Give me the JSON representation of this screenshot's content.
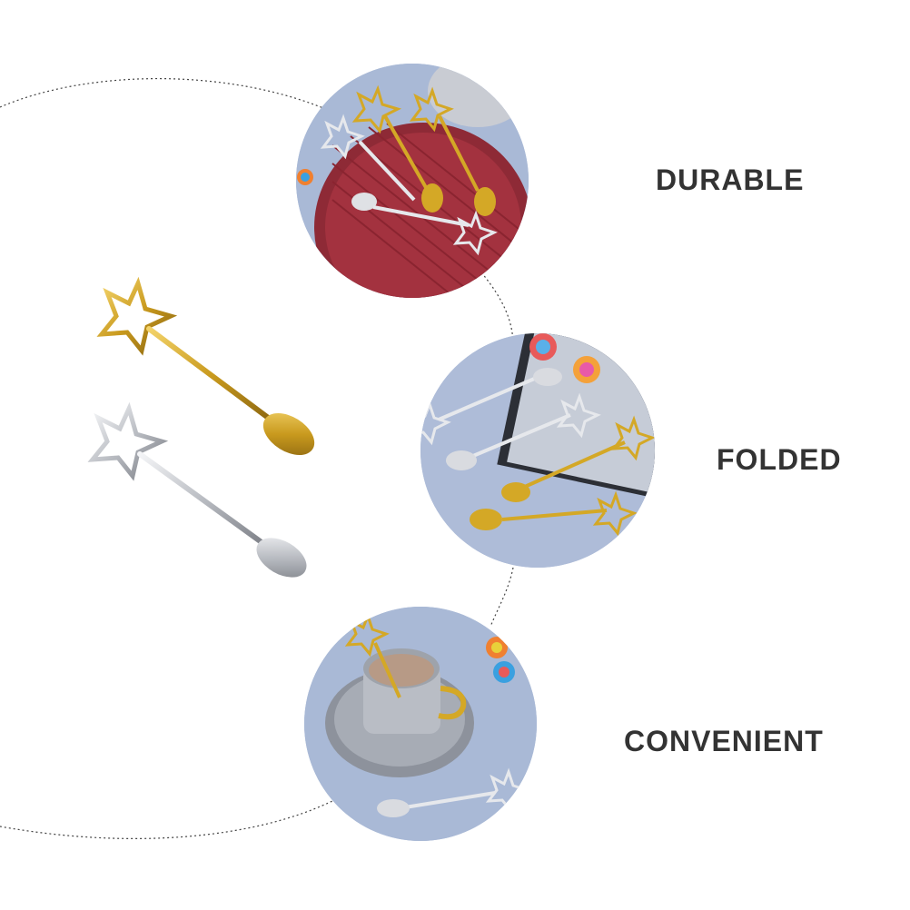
{
  "features": [
    {
      "label": "DURABLE",
      "scene": "gold and silver star spoons on red ribbed plate"
    },
    {
      "label": "FOLDED",
      "scene": "four star spoons on blue surface beside tray with lollipops"
    },
    {
      "label": "CONVENIENT",
      "scene": "star spoon in grey coffee cup on saucer"
    }
  ],
  "colors": {
    "label_text": "#333333",
    "gold": "#d4a826",
    "silver": "#c9ccd1",
    "plate_red": "#9b2f3c",
    "table_blue": "#a9b9d6",
    "arc": "#444444"
  },
  "icons": [
    "gold-star-spoon",
    "silver-star-spoon"
  ]
}
